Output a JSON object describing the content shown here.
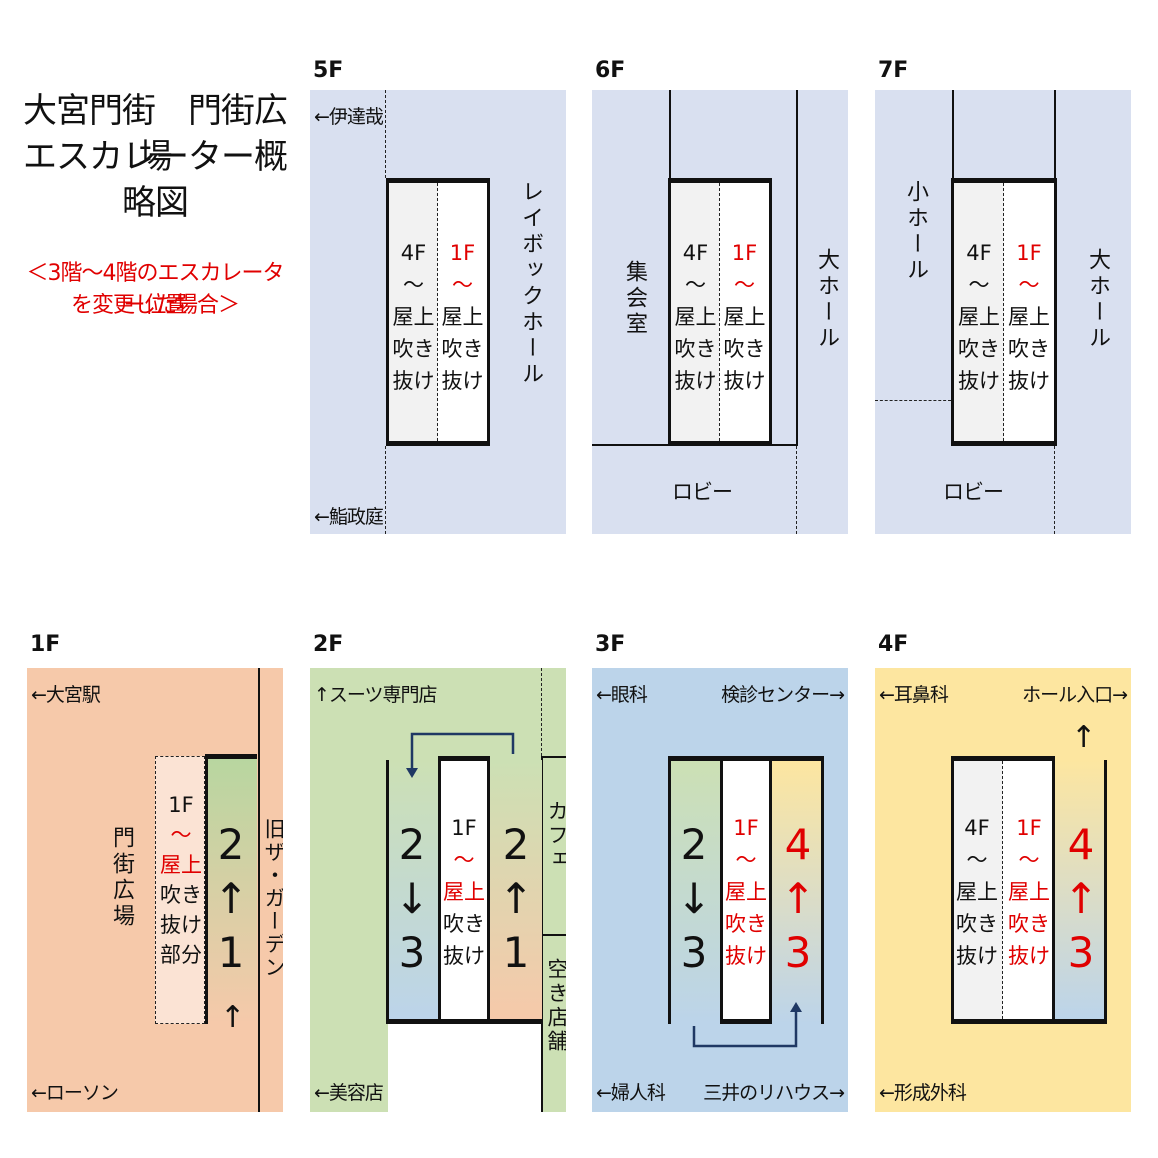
{
  "title": {
    "line1": "大宮門街　門街広場",
    "line2": "エスカレーター概略図"
  },
  "note": {
    "line1": "＜3階～4階のエスカレーター位置",
    "line2": "を変更した場合＞"
  },
  "well": {
    "range_4f": "4F",
    "range_1f": "1F",
    "tilde": "～",
    "l1": "屋上",
    "l2": "吹き",
    "l3": "抜け"
  },
  "f5": {
    "label": "5F",
    "top_left": "←伊達哉",
    "bottom_left": "←鮨政庭",
    "right_room": "レイボックホール"
  },
  "f6": {
    "label": "6F",
    "left_room": "集会室",
    "right_room": "大ホール",
    "bottom": "ロビー"
  },
  "f7": {
    "label": "7F",
    "left_room": "小ホール",
    "right_room": "大ホール",
    "bottom": "ロビー"
  },
  "f1": {
    "label": "1F",
    "top_left": "←大宮駅",
    "bottom_left": "←ローソン",
    "plaza": "門街広場",
    "right_label": "旧ザ・ガーデン",
    "void": {
      "l1": "1F",
      "l2": "～",
      "l3": "屋上",
      "l4": "吹き",
      "l5": "抜け",
      "l6": "部分"
    },
    "esc": {
      "to": "2",
      "arrow": "↑",
      "from": "1"
    },
    "entry_arrow": "↑"
  },
  "f2": {
    "label": "2F",
    "top_left": "↑スーツ専門店",
    "bottom_left": "←美容店",
    "cafe": "カフェ",
    "vacant": "空き店舗",
    "esc_down": {
      "from": "2",
      "arrow": "↓",
      "to": "3"
    },
    "esc_up": {
      "to": "2",
      "arrow": "↑",
      "from": "1"
    }
  },
  "f3": {
    "label": "3F",
    "top_left": "←眼科",
    "top_right": "検診センター→",
    "bottom_left": "←婦人科",
    "bottom_right": "三井のリハウス→",
    "esc_down": {
      "from": "2",
      "arrow": "↓",
      "to": "3"
    },
    "esc_up": {
      "to": "4",
      "arrow": "↑",
      "from": "3"
    }
  },
  "f4": {
    "label": "4F",
    "top_left": "←耳鼻科",
    "top_right": "ホール入口→",
    "bottom_left": "←形成外科",
    "esc_up": {
      "to": "4",
      "arrow": "↑",
      "from": "3"
    },
    "exit_arrow": "↑"
  },
  "colors": {
    "upper_floor": "#d9e0f0",
    "f1": "#f6c9aa",
    "f2": "#cce0b4",
    "f3": "#bcd4ea",
    "f4": "#fde6a0",
    "well": "#f2f2f2",
    "accent_red": "#e00000",
    "route_arrow": "#1f3864"
  }
}
